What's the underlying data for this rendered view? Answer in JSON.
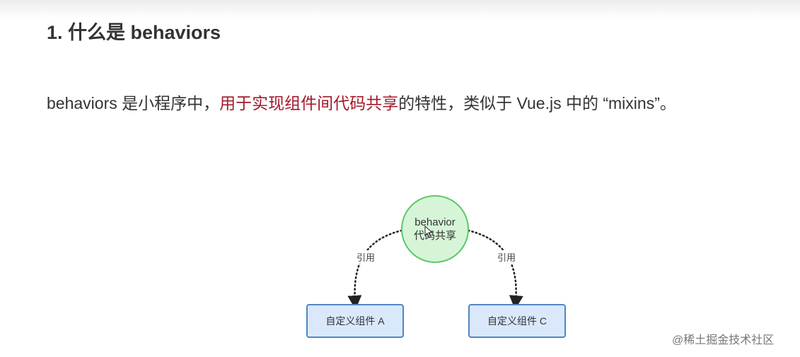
{
  "heading": "1. 什么是 behaviors",
  "paragraph": {
    "before": "behaviors 是小程序中，",
    "highlight": "用于实现组件间代码共享",
    "after": "的特性，类似于 Vue.js 中的 “mixins”。",
    "highlight_color": "#a3192b"
  },
  "diagram": {
    "center_node": {
      "line1": "behavior",
      "line2": "代码共享",
      "fill": "#d6f5d8",
      "stroke": "#5cc86a"
    },
    "left_node": "自定义组件 A",
    "right_node": "自定义组件 C",
    "left_edge_label": "引用",
    "right_edge_label": "引用",
    "box_fill": "#dae8fc",
    "box_stroke": "#4f86c6"
  },
  "watermark": "@稀土掘金技术社区"
}
